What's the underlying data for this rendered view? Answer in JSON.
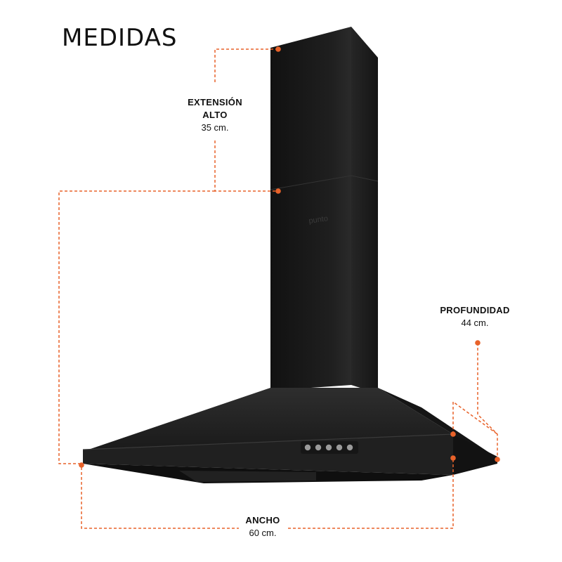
{
  "title": "MEDIDAS",
  "brand_mark": "punto",
  "accent_color": "#e8622a",
  "body_color": "#1c1c1c",
  "dimensions": {
    "extension": {
      "label_line1": "EXTENSIÓN",
      "label_line2": "ALTO",
      "value": "35 cm."
    },
    "profundidad": {
      "label": "PROFUNDIDAD",
      "value": "44 cm."
    },
    "ancho": {
      "label": "ANCHO",
      "value": "60 cm."
    }
  }
}
